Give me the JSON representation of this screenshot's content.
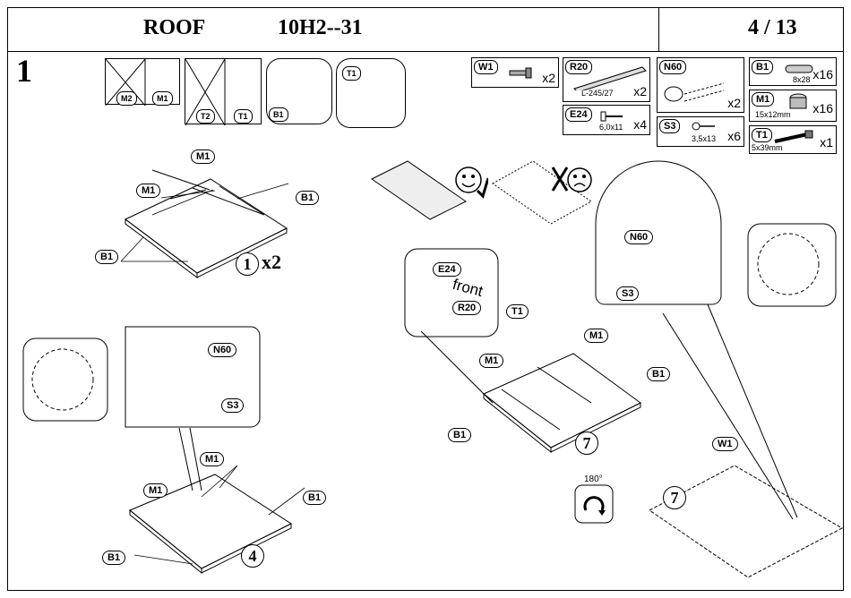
{
  "header": {
    "section": "ROOF",
    "model": "10H2--31",
    "page": "4 / 13"
  },
  "step_number": "1",
  "parts": [
    {
      "code": "W1",
      "size": "",
      "qty": "x2",
      "icon": "pin-icon"
    },
    {
      "code": "R20",
      "size": "L-245/27",
      "qty": "x2",
      "icon": "rail-icon"
    },
    {
      "code": "E24",
      "size": "6,0x11",
      "qty": "x4",
      "icon": "screw-icon"
    },
    {
      "code": "N60",
      "size": "",
      "qty": "x2",
      "icon": "bracket-icon"
    },
    {
      "code": "S3",
      "size": "3,5x13",
      "qty": "x6",
      "icon": "screw-icon"
    },
    {
      "code": "B1",
      "size": "8x28",
      "qty": "x16",
      "icon": "dowel-icon"
    },
    {
      "code": "M1",
      "size": "15x12mm",
      "qty": "x16",
      "icon": "cam-lock-icon"
    },
    {
      "code": "T1",
      "size": "5x39mm",
      "qty": "x1",
      "icon": "bolt-icon"
    }
  ],
  "hint_labels": {
    "m2": "M2",
    "m1": "M1",
    "t2": "T2",
    "t1": "T1",
    "b1": "B1",
    "t1b": "T1"
  },
  "callouts": {
    "m1": "M1",
    "b1": "B1",
    "n60": "N60",
    "s3": "S3",
    "e24": "E24",
    "r20": "R20",
    "t1": "T1",
    "w1": "W1"
  },
  "panel_numbers": {
    "p1": "1",
    "p4": "4",
    "p7": "7",
    "p7b": "7"
  },
  "multiplier": "x2",
  "front_label": "front",
  "rotation_label": "180°"
}
